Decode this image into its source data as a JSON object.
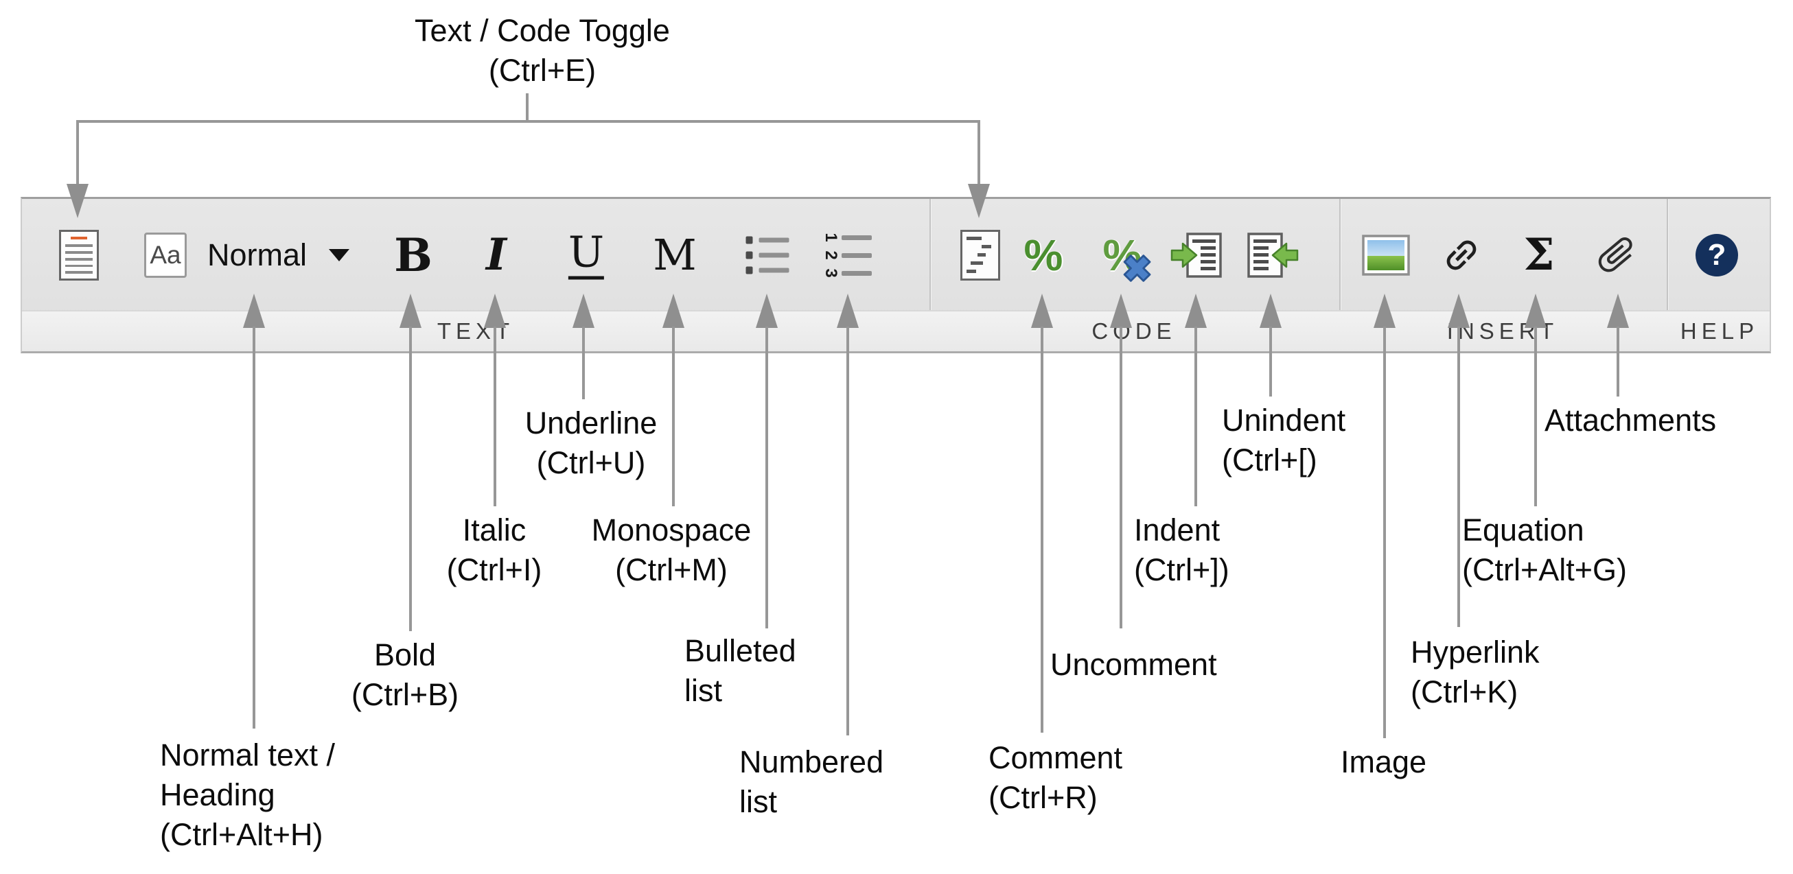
{
  "toolbar": {
    "sections": [
      {
        "label": "TEXT"
      },
      {
        "label": "CODE"
      },
      {
        "label": "INSERT"
      },
      {
        "label": "HELP"
      }
    ],
    "style_dropdown": {
      "button_label": "Aa",
      "value": "Normal"
    },
    "buttons": {
      "bold_glyph": "B",
      "italic_glyph": "I",
      "underline_glyph": "U",
      "monospace_glyph": "M",
      "comment_glyph": "%",
      "uncomment_glyph": "%",
      "equation_glyph": "Σ",
      "help_glyph": "?"
    },
    "numbered_list_digits": [
      "1",
      "2",
      "3"
    ]
  },
  "icons": {
    "text_toggle": "document-with-text-lines",
    "code_toggle": "document-with-code-lines",
    "bulleted_list": "bullets-with-lines",
    "numbered_list": "digits-with-lines",
    "indent": "green-arrow-into-document",
    "unindent": "green-arrow-out-of-document",
    "image": "landscape-thumbnail",
    "hyperlink": "chain-link",
    "attachments": "paperclip",
    "help": "question-mark-circle",
    "dropdown_caret": "down-triangle"
  },
  "colors": {
    "annotation_line": "#979797",
    "toolbar_bg": "#e3e3e3",
    "comment_green": "#4a8f2f",
    "uncomment_x_blue": "#4b80c8",
    "help_navy": "#14305c",
    "toggle_doc_accent": "#e0642f"
  },
  "annotations": {
    "text_code_toggle": {
      "line1": "Text / Code Toggle",
      "line2": "(Ctrl+E)"
    },
    "normal_heading": {
      "line1": "Normal text /",
      "line2": "Heading",
      "line3": "(Ctrl+Alt+H)"
    },
    "bold": {
      "line1": "Bold",
      "line2": "(Ctrl+B)"
    },
    "italic": {
      "line1": "Italic",
      "line2": "(Ctrl+I)"
    },
    "underline": {
      "line1": "Underline",
      "line2": "(Ctrl+U)"
    },
    "monospace": {
      "line1": "Monospace",
      "line2": "(Ctrl+M)"
    },
    "bulleted": {
      "line1": "Bulleted",
      "line2": "list"
    },
    "numbered": {
      "line1": "Numbered",
      "line2": "list"
    },
    "comment": {
      "line1": "Comment",
      "line2": "(Ctrl+R)"
    },
    "uncomment": {
      "line1": "Uncomment"
    },
    "indent": {
      "line1": "Indent",
      "line2": "(Ctrl+])"
    },
    "unindent": {
      "line1": "Unindent",
      "line2": "(Ctrl+[)"
    },
    "image": {
      "line1": "Image"
    },
    "hyperlink": {
      "line1": "Hyperlink",
      "line2": "(Ctrl+K)"
    },
    "equation": {
      "line1": "Equation",
      "line2": "(Ctrl+Alt+G)"
    },
    "attachments": {
      "line1": "Attachments"
    }
  }
}
